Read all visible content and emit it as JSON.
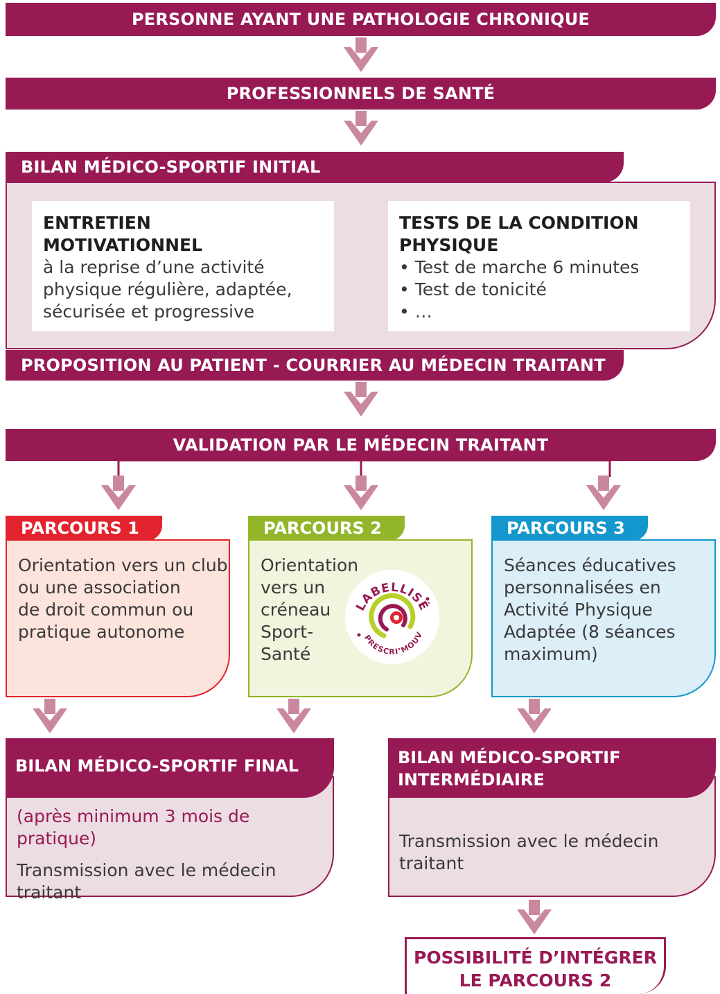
{
  "colors": {
    "magenta": "#981a55",
    "panel_pink": "#ecdde2",
    "arrow_pink": "#c9889d",
    "parcours1": "#e3232e",
    "parcours1_bg": "#fce3dc",
    "parcours2": "#93b52a",
    "parcours2_bg": "#f1f5de",
    "parcours3": "#1497cd",
    "parcours3_bg": "#dceef8"
  },
  "steps": {
    "patient": "PERSONNE AYANT UNE PATHOLOGIE CHRONIQUE",
    "professionals": "PROFESSIONNELS DE SANTÉ",
    "initial_title": "BILAN MÉDICO-SPORTIF INITIAL",
    "interview": {
      "title_line1": "ENTRETIEN",
      "title_line2": "MOTIVATIONNEL",
      "line1": "à la reprise d’une activité",
      "line2": "physique régulière, adaptée,",
      "line3": "sécurisée et progressive"
    },
    "tests": {
      "title_line1": "TESTS DE LA CONDITION",
      "title_line2": "PHYSIQUE",
      "items": [
        "• Test de marche 6 minutes",
        "• Test de tonicité",
        "• …"
      ]
    },
    "proposition": "PROPOSITION AU PATIENT - COURRIER AU MÉDECIN TRAITANT",
    "validation": "VALIDATION PAR LE MÉDECIN TRAITANT"
  },
  "parcours": [
    {
      "label": "PARCOURS 1",
      "lines": [
        "Orientation vers un club",
        "ou une association",
        "de droit commun ou",
        "pratique autonome"
      ]
    },
    {
      "label": "PARCOURS 2",
      "lines": [
        "Orientation",
        "vers un",
        "créneau",
        "Sport-",
        "Santé"
      ]
    },
    {
      "label": "PARCOURS 3",
      "lines": [
        "Séances éducatives",
        "personnalisées en",
        "Activité Physique",
        "Adaptée (8 séances",
        "maximum)"
      ]
    }
  ],
  "badge": {
    "top": "LABELLISÉ",
    "bottom": "PRESCRI’MOUV"
  },
  "final": {
    "title": "BILAN MÉDICO-SPORTIF FINAL",
    "note": "(après minimum 3 mois de pratique)",
    "line1": "Transmission avec le médecin",
    "line2": "traitant"
  },
  "intermediate": {
    "title_line1": "BILAN MÉDICO-SPORTIF",
    "title_line2": "INTERMÉDIAIRE",
    "line1": "Transmission  avec le médecin",
    "line2": "traitant"
  },
  "possibility": {
    "line1": "POSSIBILITÉ D’INTÉGRER",
    "line2": "LE PARCOURS 2"
  }
}
